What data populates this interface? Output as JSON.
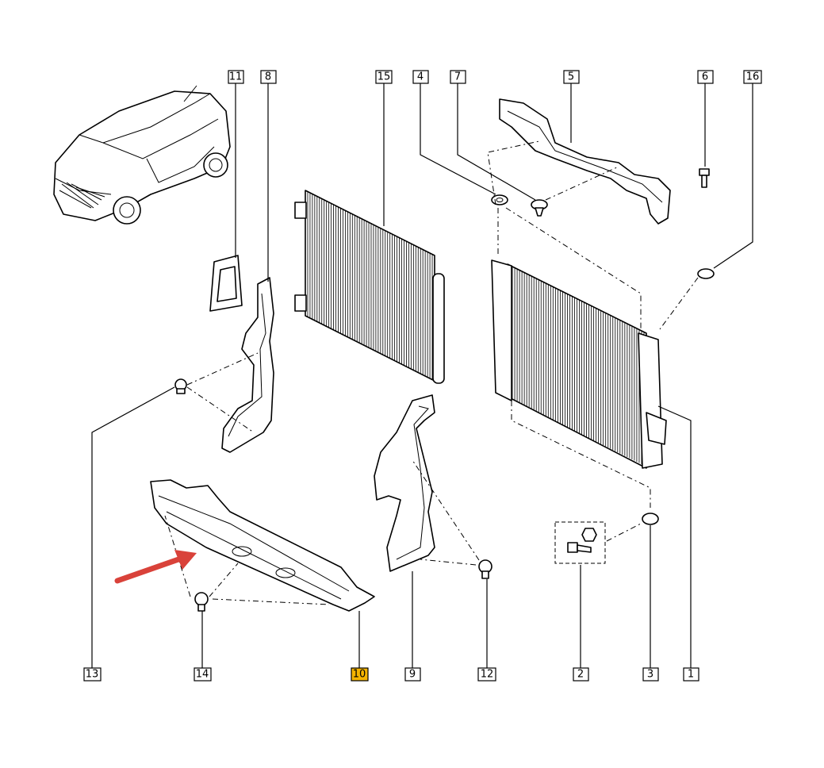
{
  "diagram": {
    "highlight_color": "#f5b400",
    "arrow_color": "#d9423a",
    "callouts": [
      {
        "id": "c11",
        "label": "11"
      },
      {
        "id": "c8",
        "label": "8"
      },
      {
        "id": "c15",
        "label": "15"
      },
      {
        "id": "c4",
        "label": "4"
      },
      {
        "id": "c7",
        "label": "7"
      },
      {
        "id": "c5",
        "label": "5"
      },
      {
        "id": "c6",
        "label": "6"
      },
      {
        "id": "c16",
        "label": "16"
      },
      {
        "id": "c13",
        "label": "13"
      },
      {
        "id": "c14",
        "label": "14"
      },
      {
        "id": "c10",
        "label": "10",
        "highlighted": true
      },
      {
        "id": "c9",
        "label": "9"
      },
      {
        "id": "c12",
        "label": "12"
      },
      {
        "id": "c2",
        "label": "2"
      },
      {
        "id": "c3",
        "label": "3"
      },
      {
        "id": "c1",
        "label": "1"
      }
    ],
    "icons": [
      "car-illustration",
      "condenser",
      "radiator",
      "air-deflector",
      "side-seals",
      "upper-bracket",
      "clips",
      "screws",
      "pointer-arrow"
    ]
  }
}
